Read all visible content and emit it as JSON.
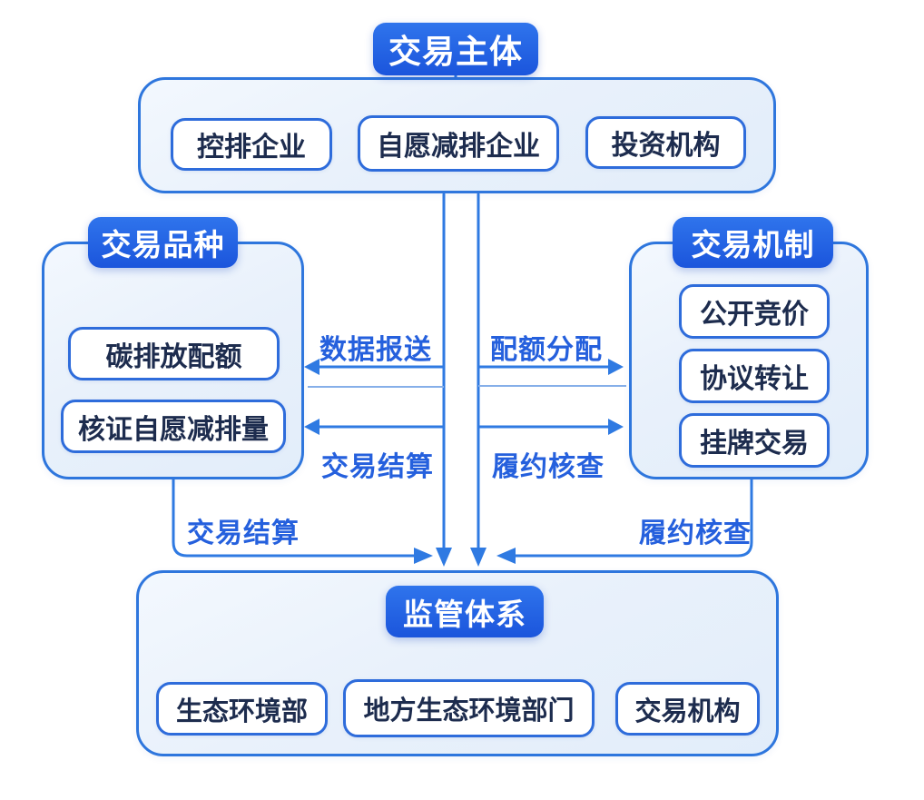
{
  "top": {
    "header": "交易主体",
    "items": [
      "控排企业",
      "自愿减排企业",
      "投资机构"
    ]
  },
  "left": {
    "header": "交易品种",
    "items": [
      "碳排放配额",
      "核证自愿减排量"
    ]
  },
  "right": {
    "header": "交易机制",
    "items": [
      "公开竞价",
      "协议转让",
      "挂牌交易"
    ]
  },
  "bottom": {
    "header": "监管体系",
    "items": [
      "生态环境部",
      "地方生态环境部门",
      "交易机构"
    ]
  },
  "flows": {
    "data_reporting": "数据报送",
    "quota_allocation": "配额分配",
    "trade_settlement_inner": "交易结算",
    "compliance_check_inner": "履约核查",
    "trade_settlement_outer": "交易结算",
    "compliance_check_outer": "履约核查"
  },
  "colors": {
    "header_fill": "#1e5ee0",
    "container_fill": "#e9f1fb",
    "container_border": "#2e76dd",
    "node_fill": "#ffffff",
    "node_border": "#2e6cdb",
    "node_text": "#1d2c4e",
    "line": "#2f7ae2",
    "flow_label_text": "#2560dd"
  }
}
